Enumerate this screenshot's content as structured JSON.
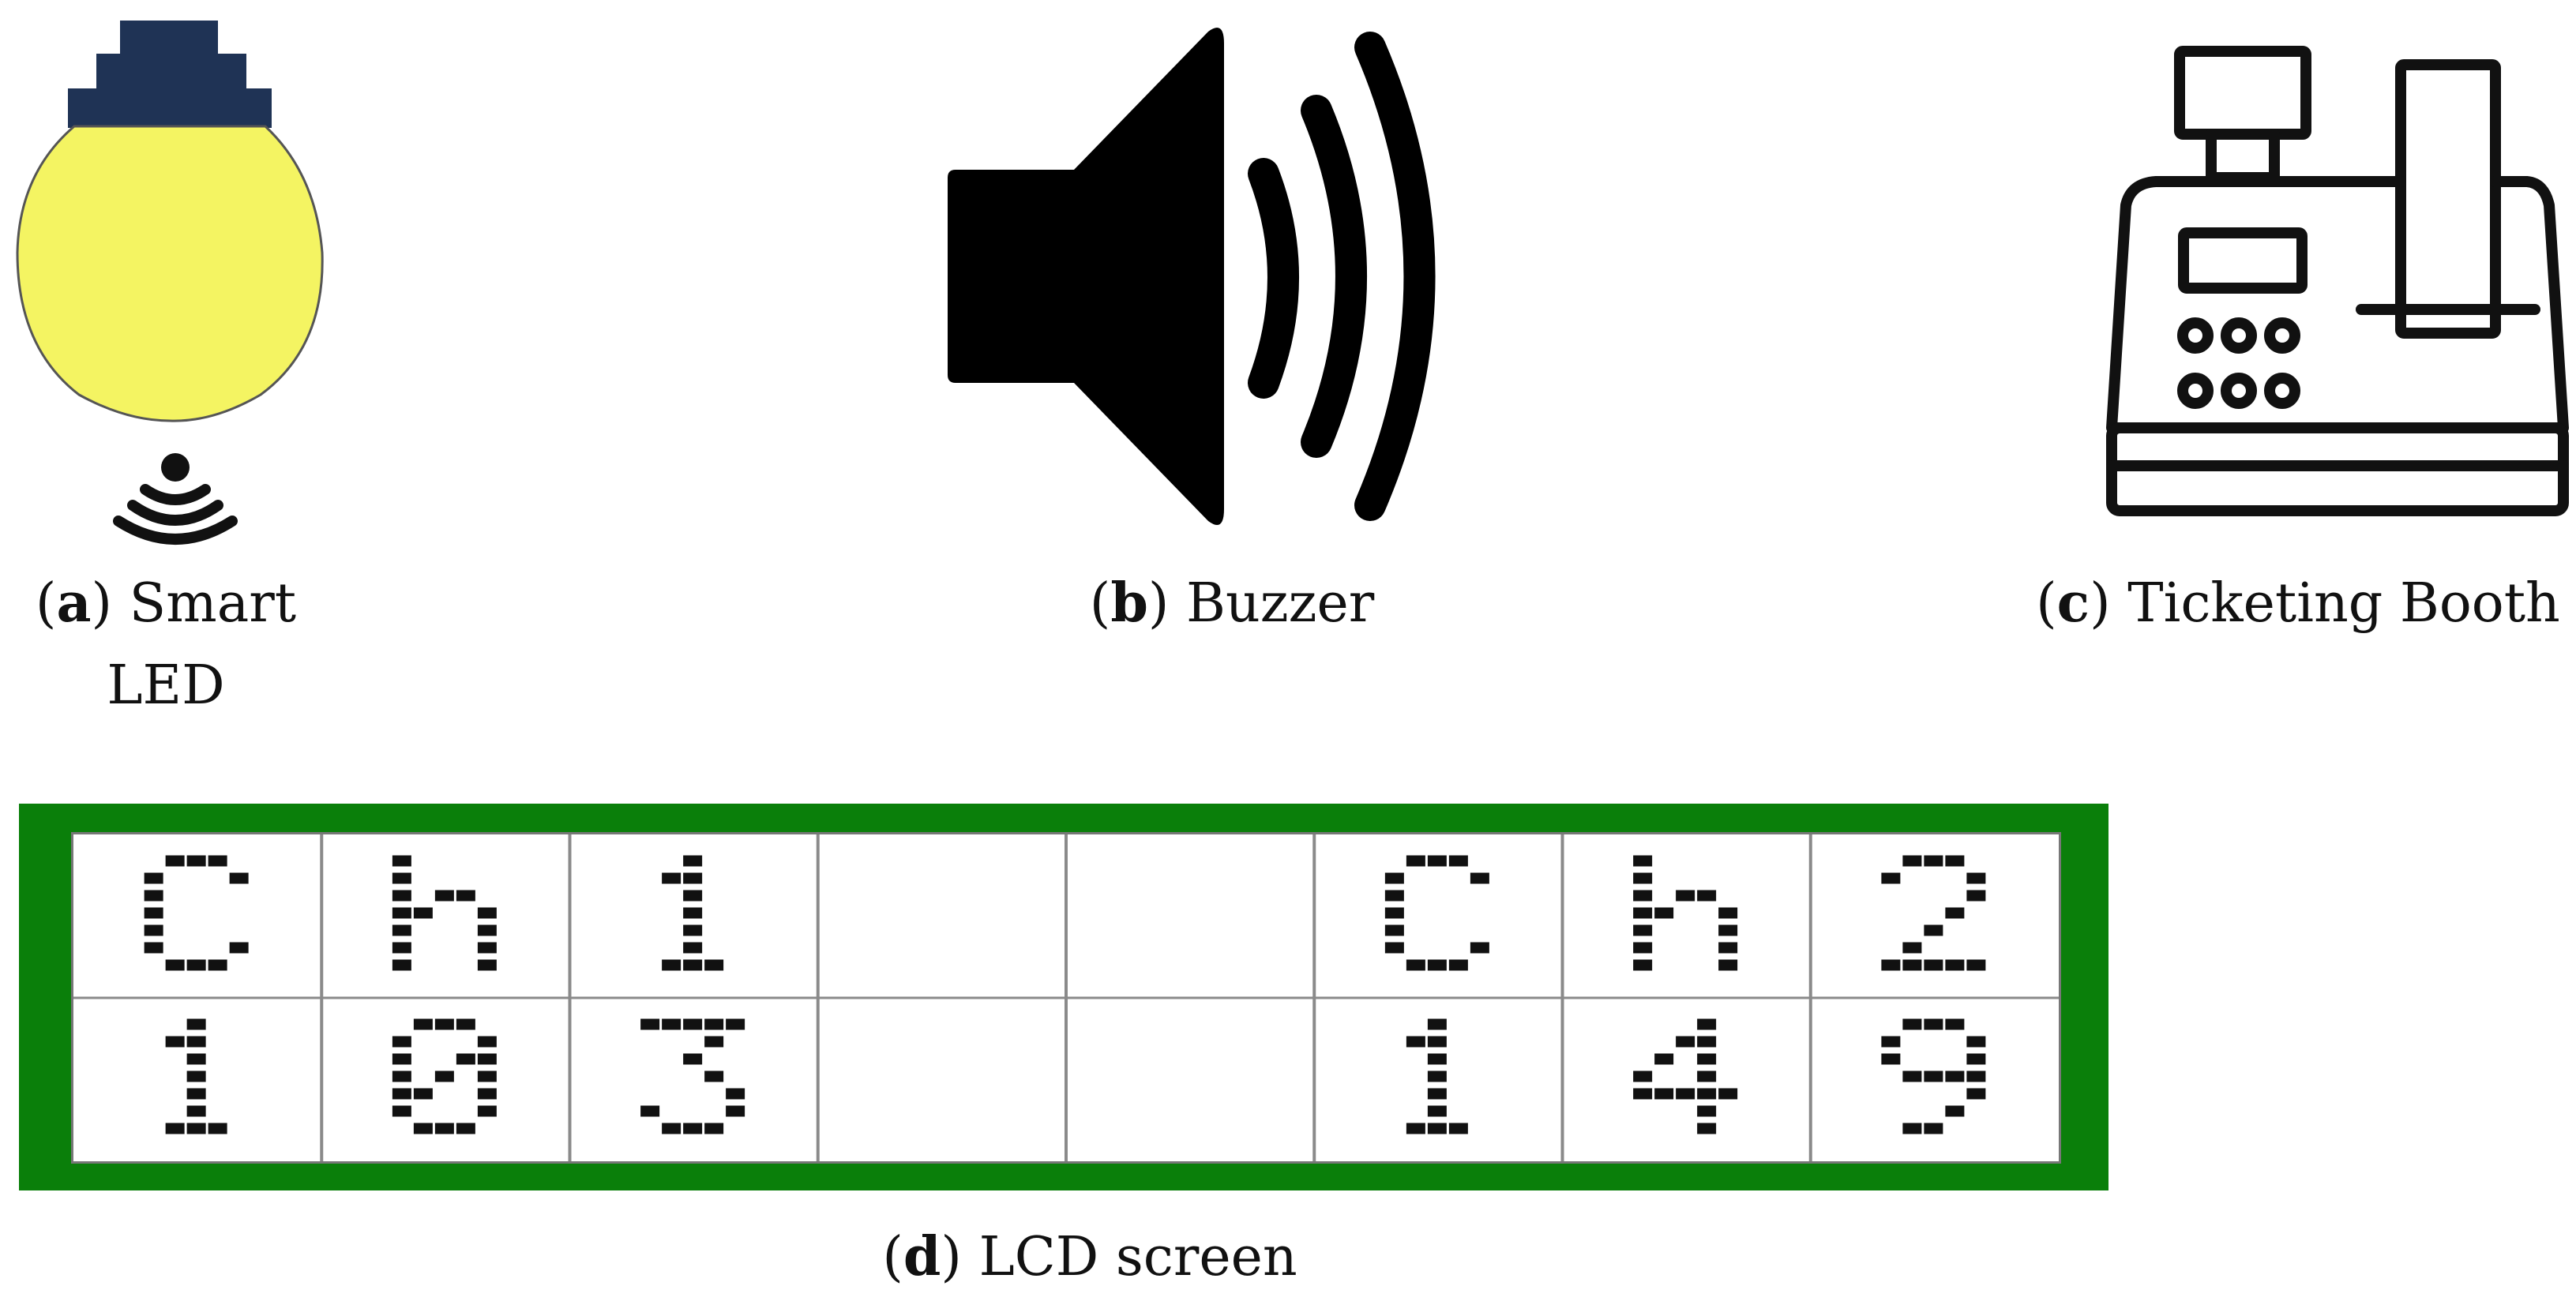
{
  "captions": {
    "a": {
      "label": "a",
      "text": "Smart LED"
    },
    "b": {
      "label": "b",
      "text": "Buzzer"
    },
    "c": {
      "label": "c",
      "text": "Ticketing Booth"
    },
    "d": {
      "label": "d",
      "text": "LCD screen"
    }
  },
  "icons": {
    "a": "smart-led-bulb-icon",
    "b": "speaker-icon",
    "c": "cash-register-icon"
  },
  "lcd": {
    "rows": [
      [
        "C",
        "h",
        "1",
        "",
        "",
        "C",
        "h",
        "2"
      ],
      [
        "1",
        "0",
        "3",
        "",
        "",
        "1",
        "4",
        "9"
      ]
    ]
  },
  "colors": {
    "bulb_glass": "#f4f462",
    "bulb_cap": "#1f3355",
    "lcd_frame": "#0a7f0a",
    "lcd_pixel": "#111111"
  }
}
